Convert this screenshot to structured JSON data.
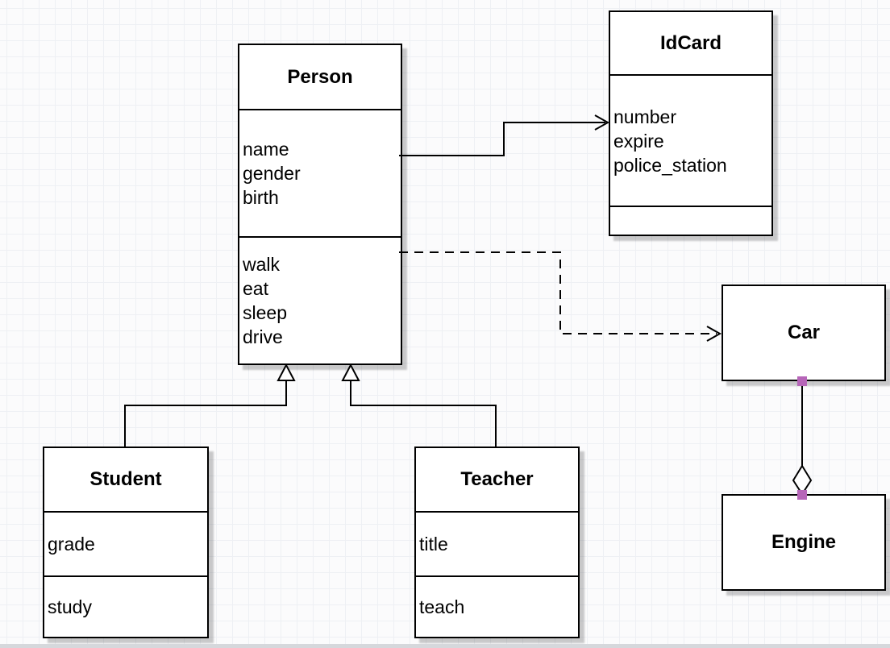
{
  "diagram": {
    "classes": {
      "person": {
        "title": "Person",
        "attributes": [
          "name",
          "gender",
          "birth"
        ],
        "methods": [
          "walk",
          "eat",
          "sleep",
          "drive"
        ]
      },
      "idcard": {
        "title": "IdCard",
        "attributes": [
          "number",
          "expire",
          "police_station"
        ],
        "methods": []
      },
      "car": {
        "title": "Car",
        "attributes": [],
        "methods": []
      },
      "engine": {
        "title": "Engine",
        "attributes": [],
        "methods": []
      },
      "student": {
        "title": "Student",
        "attributes": [
          "grade"
        ],
        "methods": [
          "study"
        ]
      },
      "teacher": {
        "title": "Teacher",
        "attributes": [
          "title"
        ],
        "methods": [
          "teach"
        ]
      }
    },
    "connections": [
      {
        "from": "Person",
        "to": "IdCard",
        "type": "association",
        "line": "solid",
        "arrow": "open"
      },
      {
        "from": "Person",
        "to": "Car",
        "type": "dependency",
        "line": "dashed",
        "arrow": "open"
      },
      {
        "from": "Student",
        "to": "Person",
        "type": "generalization",
        "line": "solid",
        "arrow": "hollow-triangle"
      },
      {
        "from": "Teacher",
        "to": "Person",
        "type": "generalization",
        "line": "solid",
        "arrow": "hollow-triangle"
      },
      {
        "from": "Car",
        "to": "Engine",
        "type": "aggregation",
        "line": "solid",
        "arrow": "hollow-diamond"
      }
    ],
    "colors": {
      "stroke": "#000000",
      "box_fill": "#ffffff",
      "shadow": "#c9c9c9",
      "endpoint_handle": "#b665b8",
      "grid_line": "#eef0f4",
      "canvas": "#fbfbfc",
      "bottom_bar": "#d6d8dc"
    }
  }
}
